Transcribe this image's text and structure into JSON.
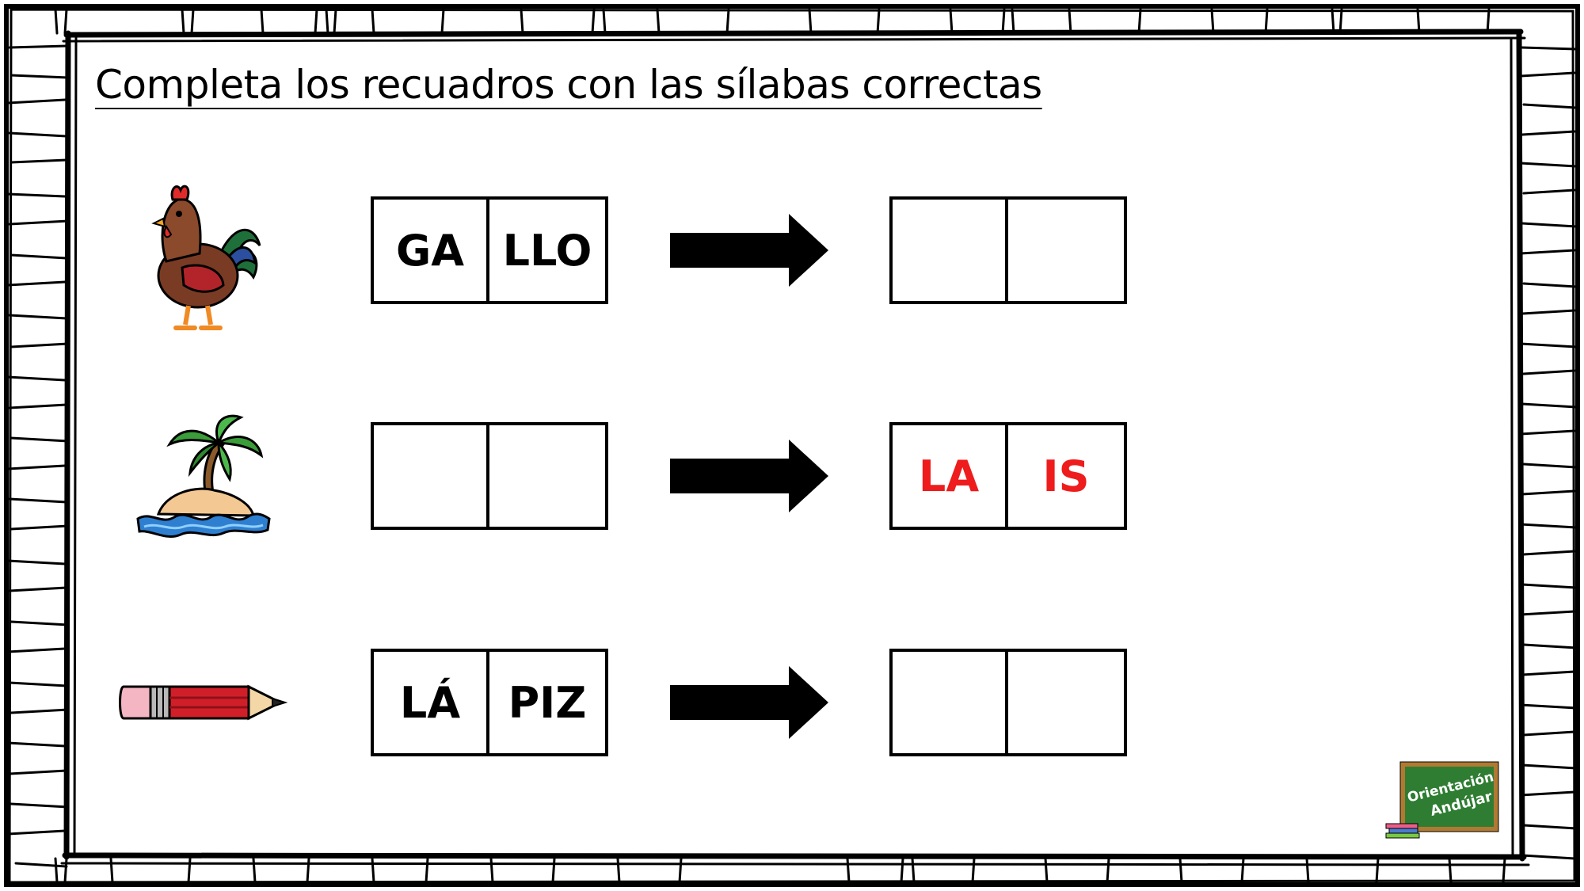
{
  "title": "Completa los recuadros con las sílabas correctas",
  "rows": [
    {
      "image": "rooster",
      "left": [
        "GA",
        "LLO"
      ],
      "right": [
        "",
        ""
      ]
    },
    {
      "image": "island",
      "left": [
        "",
        ""
      ],
      "right": [
        "LA",
        "IS"
      ]
    },
    {
      "image": "pencil",
      "left": [
        "LÁ",
        "PIZ"
      ],
      "right": [
        "",
        ""
      ]
    }
  ],
  "colors": {
    "answer": "#ee1c1c",
    "text": "#000000",
    "logo_board": "#2e7d32",
    "logo_frame": "#b07a33"
  },
  "logo": {
    "line1": "Orientación",
    "line2": "Andújar"
  }
}
